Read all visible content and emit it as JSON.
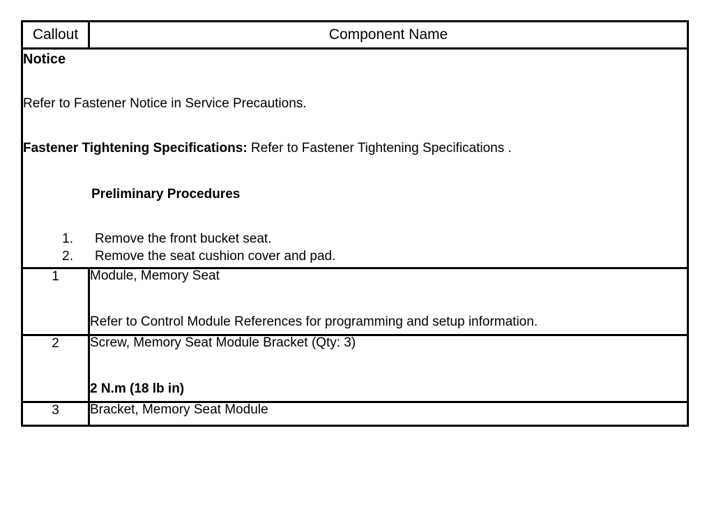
{
  "table": {
    "headers": {
      "callout": "Callout",
      "component_name": "Component Name"
    },
    "notice": {
      "title": "Notice",
      "body": "Refer to Fastener Notice in Service Precautions.",
      "spec_label": "Fastener Tightening Specifications",
      "spec_separator": ":",
      "spec_text": " Refer to Fastener Tightening Specifications .",
      "preliminary_title": "Preliminary Procedures",
      "preliminary_steps": [
        {
          "number": "1.",
          "text": "Remove the front bucket seat."
        },
        {
          "number": "2.",
          "text": "Remove the seat cushion cover and pad."
        }
      ]
    },
    "rows": [
      {
        "callout": "1",
        "name": "Module, Memory Seat",
        "note": "Refer to Control Module References for programming and setup information.",
        "note_bold": false
      },
      {
        "callout": "2",
        "name": "Screw, Memory Seat Module Bracket (Qty: 3)",
        "note": "2 N.m (18 lb in)",
        "note_bold": true
      },
      {
        "callout": "3",
        "name": "Bracket, Memory Seat Module",
        "note": "",
        "note_bold": false
      }
    ]
  },
  "colors": {
    "border": "#000000",
    "text": "#000000",
    "background": "#ffffff"
  }
}
